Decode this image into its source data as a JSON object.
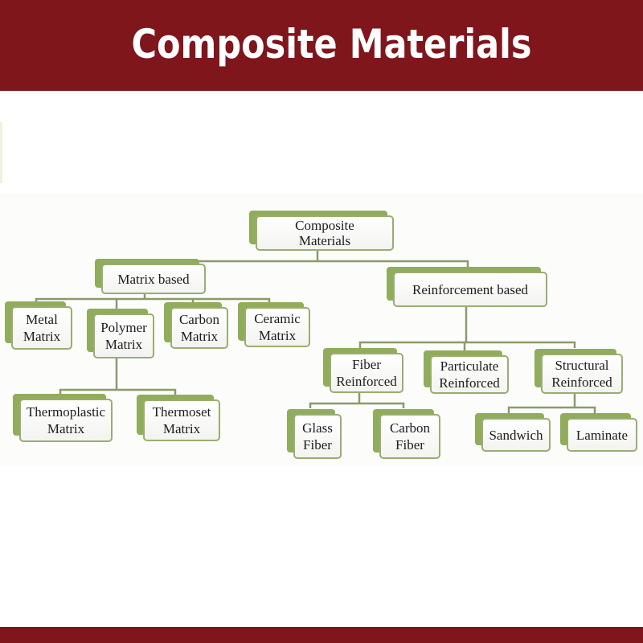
{
  "header": {
    "title": "Composite Materials"
  },
  "colors": {
    "banner": "#7f161c",
    "node_accent": "#8fad5a",
    "node_border": "#9aad72",
    "connector": "#8a9a6a"
  },
  "diagram": {
    "root": {
      "label": "Composite\nMaterials"
    },
    "matrix_based": {
      "label": "Matrix based",
      "children": [
        {
          "label": "Metal\nMatrix"
        },
        {
          "label": "Polymer\nMatrix"
        },
        {
          "label": "Carbon\nMatrix"
        },
        {
          "label": "Ceramic\nMatrix"
        }
      ],
      "polymer_children": [
        {
          "label": "Thermoplastic\nMatrix"
        },
        {
          "label": "Thermoset\nMatrix"
        }
      ]
    },
    "reinforcement_based": {
      "label": "Reinforcement based",
      "children": [
        {
          "label": "Fiber\nReinforced"
        },
        {
          "label": "Particulate\nReinforced"
        },
        {
          "label": "Structural\nReinforced"
        }
      ],
      "fiber_children": [
        {
          "label": "Glass\nFiber"
        },
        {
          "label": "Carbon\nFiber"
        }
      ],
      "structural_children": [
        {
          "label": "Sandwich"
        },
        {
          "label": "Laminate"
        }
      ]
    }
  }
}
